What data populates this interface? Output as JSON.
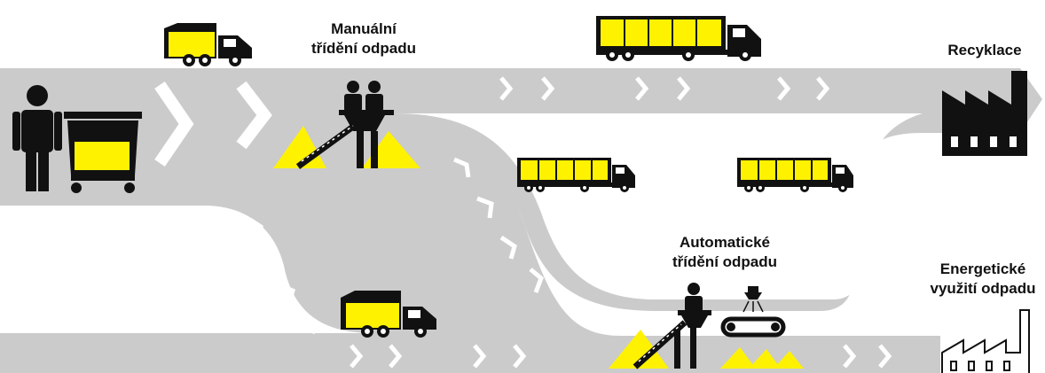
{
  "labels": {
    "manual_sorting": [
      "Manuální",
      "třídění odpadu"
    ],
    "recycling": "Recyklace",
    "automatic_sorting": [
      "Automatické",
      "třídění odpadu"
    ],
    "energy_recovery": [
      "Energetické",
      "využití odpadu"
    ]
  },
  "icons": [
    "person-icon",
    "waste-bin-icon",
    "garbage-truck-icon",
    "semi-truck-icon",
    "manual-sorting-station-icon",
    "automatic-sorting-station-icon",
    "factory-icon",
    "incineration-plant-icon"
  ],
  "colors": {
    "road": "#cbcbcb",
    "accent": "#fff200",
    "icon": "#111111",
    "chevron": "#ffffff",
    "background": "#ffffff"
  }
}
